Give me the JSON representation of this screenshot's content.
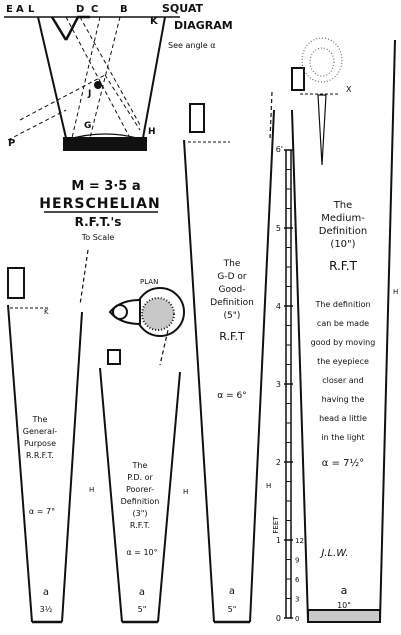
{
  "header": {
    "squat_label": "SQUAT",
    "diagram_label": "DIAGRAM",
    "see_angle_note": "See angle α",
    "letters": {
      "e": "E",
      "a": "A",
      "l": "L",
      "d": "D",
      "c": "C",
      "b": "B",
      "k": "K",
      "j": "J",
      "g": "G",
      "h": "H",
      "p": "P",
      "x": "X"
    }
  },
  "formula": "M = 3·5 a",
  "title": {
    "main": "HERSCHELIAN",
    "sub": "R.F.T.'s",
    "scale_note": "To Scale"
  },
  "plan_label": "PLAN",
  "scale": {
    "feet_label": "FEET",
    "feet_ticks": [
      "6",
      "5",
      "4",
      "3",
      "2",
      "1",
      "0"
    ],
    "inch_ticks": [
      "12",
      "9",
      "6",
      "3",
      "0"
    ],
    "top_marker": "6'"
  },
  "telescopes": [
    {
      "id": "general-purpose",
      "lines": [
        "The",
        "General-",
        "Purpose",
        "R.R.F.T."
      ],
      "angle": "α = 7°",
      "aperture_letter": "a",
      "aperture_value": "3½",
      "h_label": "H",
      "k_label": "K"
    },
    {
      "id": "poorer-definition",
      "lines": [
        "The",
        "P.D. or",
        "Poorer-",
        "Definition",
        "(3\")",
        "R.F.T."
      ],
      "angle": "α = 10°",
      "aperture_letter": "a",
      "aperture_value": "5\"",
      "h_label": "H"
    },
    {
      "id": "good-definition",
      "lines": [
        "The",
        "G-D or",
        "Good-",
        "Definition",
        "(5\")",
        "R.F.T"
      ],
      "angle": "α = 6°",
      "aperture_letter": "a",
      "aperture_value": "5\"",
      "h_label": "H"
    },
    {
      "id": "medium-definition",
      "lines": [
        "The",
        "Medium-",
        "Definition",
        "(10\")",
        "R.F.T"
      ],
      "note_lines": [
        "The definition",
        "can be made",
        "good by moving",
        "the eyepiece",
        "closer and",
        "having the",
        "head a little",
        "in the light"
      ],
      "angle": "α = 7½°",
      "aperture_letter": "a",
      "aperture_value": "10\"",
      "h_label": "H"
    }
  ],
  "signature": "J.L.W."
}
